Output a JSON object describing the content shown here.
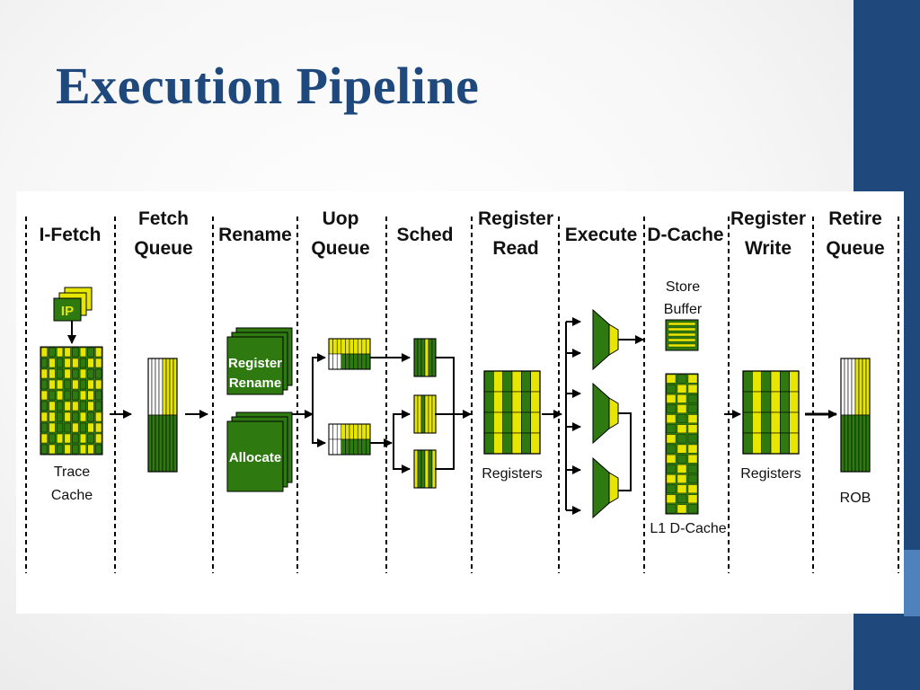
{
  "title": "Execution Pipeline",
  "colors": {
    "green": "#2f7a10",
    "yellow": "#e6e600",
    "title": "#1f497d",
    "accent": "#4f81bd"
  },
  "stages": [
    {
      "lines": [
        "I-Fetch"
      ]
    },
    {
      "lines": [
        "Fetch",
        "Queue"
      ]
    },
    {
      "lines": [
        "Rename"
      ]
    },
    {
      "lines": [
        "Uop",
        "Queue"
      ]
    },
    {
      "lines": [
        "Sched"
      ]
    },
    {
      "lines": [
        "Register",
        "Read"
      ]
    },
    {
      "lines": [
        "Execute"
      ]
    },
    {
      "lines": [
        "D-Cache"
      ]
    },
    {
      "lines": [
        "Register",
        "Write"
      ]
    },
    {
      "lines": [
        "Retire",
        "Queue"
      ]
    }
  ],
  "labels": {
    "ip": "IP",
    "trace_cache": [
      "Trace",
      "Cache"
    ],
    "register_rename": [
      "Register",
      "Rename"
    ],
    "allocate": "Allocate",
    "registers_read": "Registers",
    "store_buffer": [
      "Store",
      "Buffer"
    ],
    "l1_dcache": "L1 D-Cache",
    "registers_write": "Registers",
    "rob": "ROB"
  }
}
